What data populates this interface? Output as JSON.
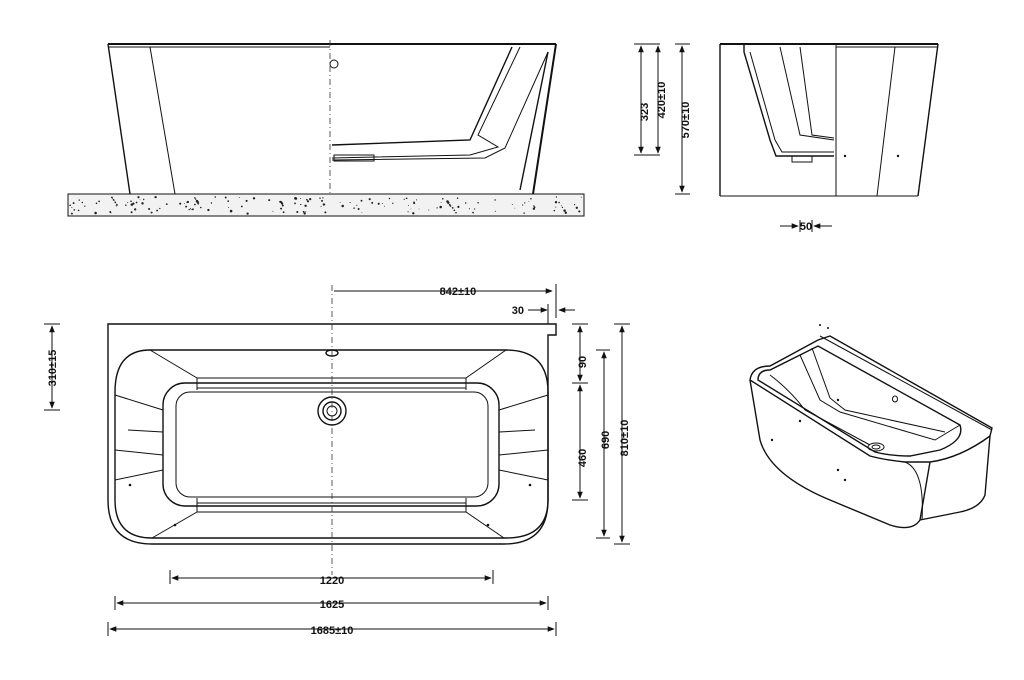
{
  "dimensions": {
    "height_323": "323",
    "height_420": "420±10",
    "height_570": "570±10",
    "drain_50": "50",
    "offset_842": "842±10",
    "lip_30": "30",
    "depth_310": "310±15",
    "rim_90": "90",
    "inner_460": "460",
    "width_690": "690",
    "width_810": "810±10",
    "length_1220": "1220",
    "length_1625": "1625",
    "length_1685": "1685±10"
  },
  "colors": {
    "line": "#111111",
    "floor_fill": "#d9d9d9"
  }
}
